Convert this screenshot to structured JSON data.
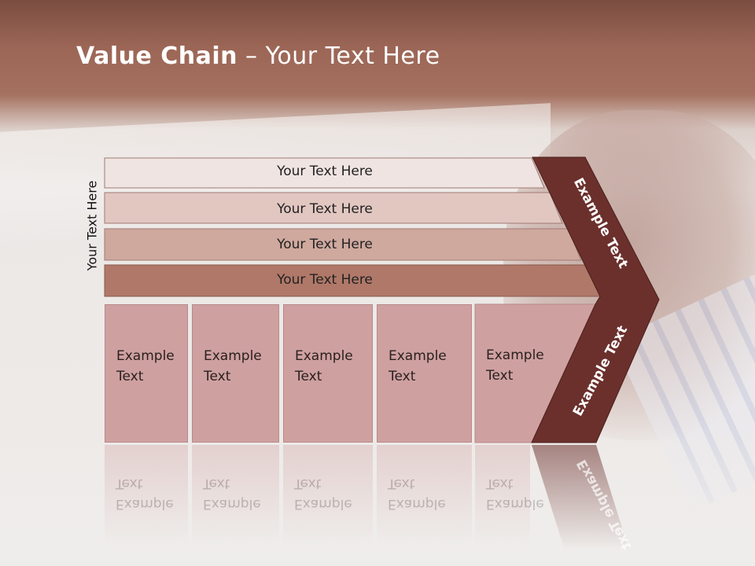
{
  "title": {
    "bold": "Value Chain",
    "rest": " – Your Text Here"
  },
  "side_label": "Your Text Here",
  "bars": [
    {
      "label": "Your Text Here",
      "color": "#efe4e2"
    },
    {
      "label": "Your Text Here",
      "color": "#e2c7c1"
    },
    {
      "label": "Your Text Here",
      "color": "#cfa89e"
    },
    {
      "label": "Your Text Here",
      "color": "#b07868"
    }
  ],
  "columns": [
    {
      "line1": "Example",
      "line2": "Text"
    },
    {
      "line1": "Example",
      "line2": "Text"
    },
    {
      "line1": "Example",
      "line2": "Text"
    },
    {
      "line1": "Example",
      "line2": "Text"
    },
    {
      "line1": "Example",
      "line2": "Text"
    }
  ],
  "chevron": {
    "top_label": "Example Text",
    "bottom_label": "Example Text",
    "color": "#6b302c"
  }
}
